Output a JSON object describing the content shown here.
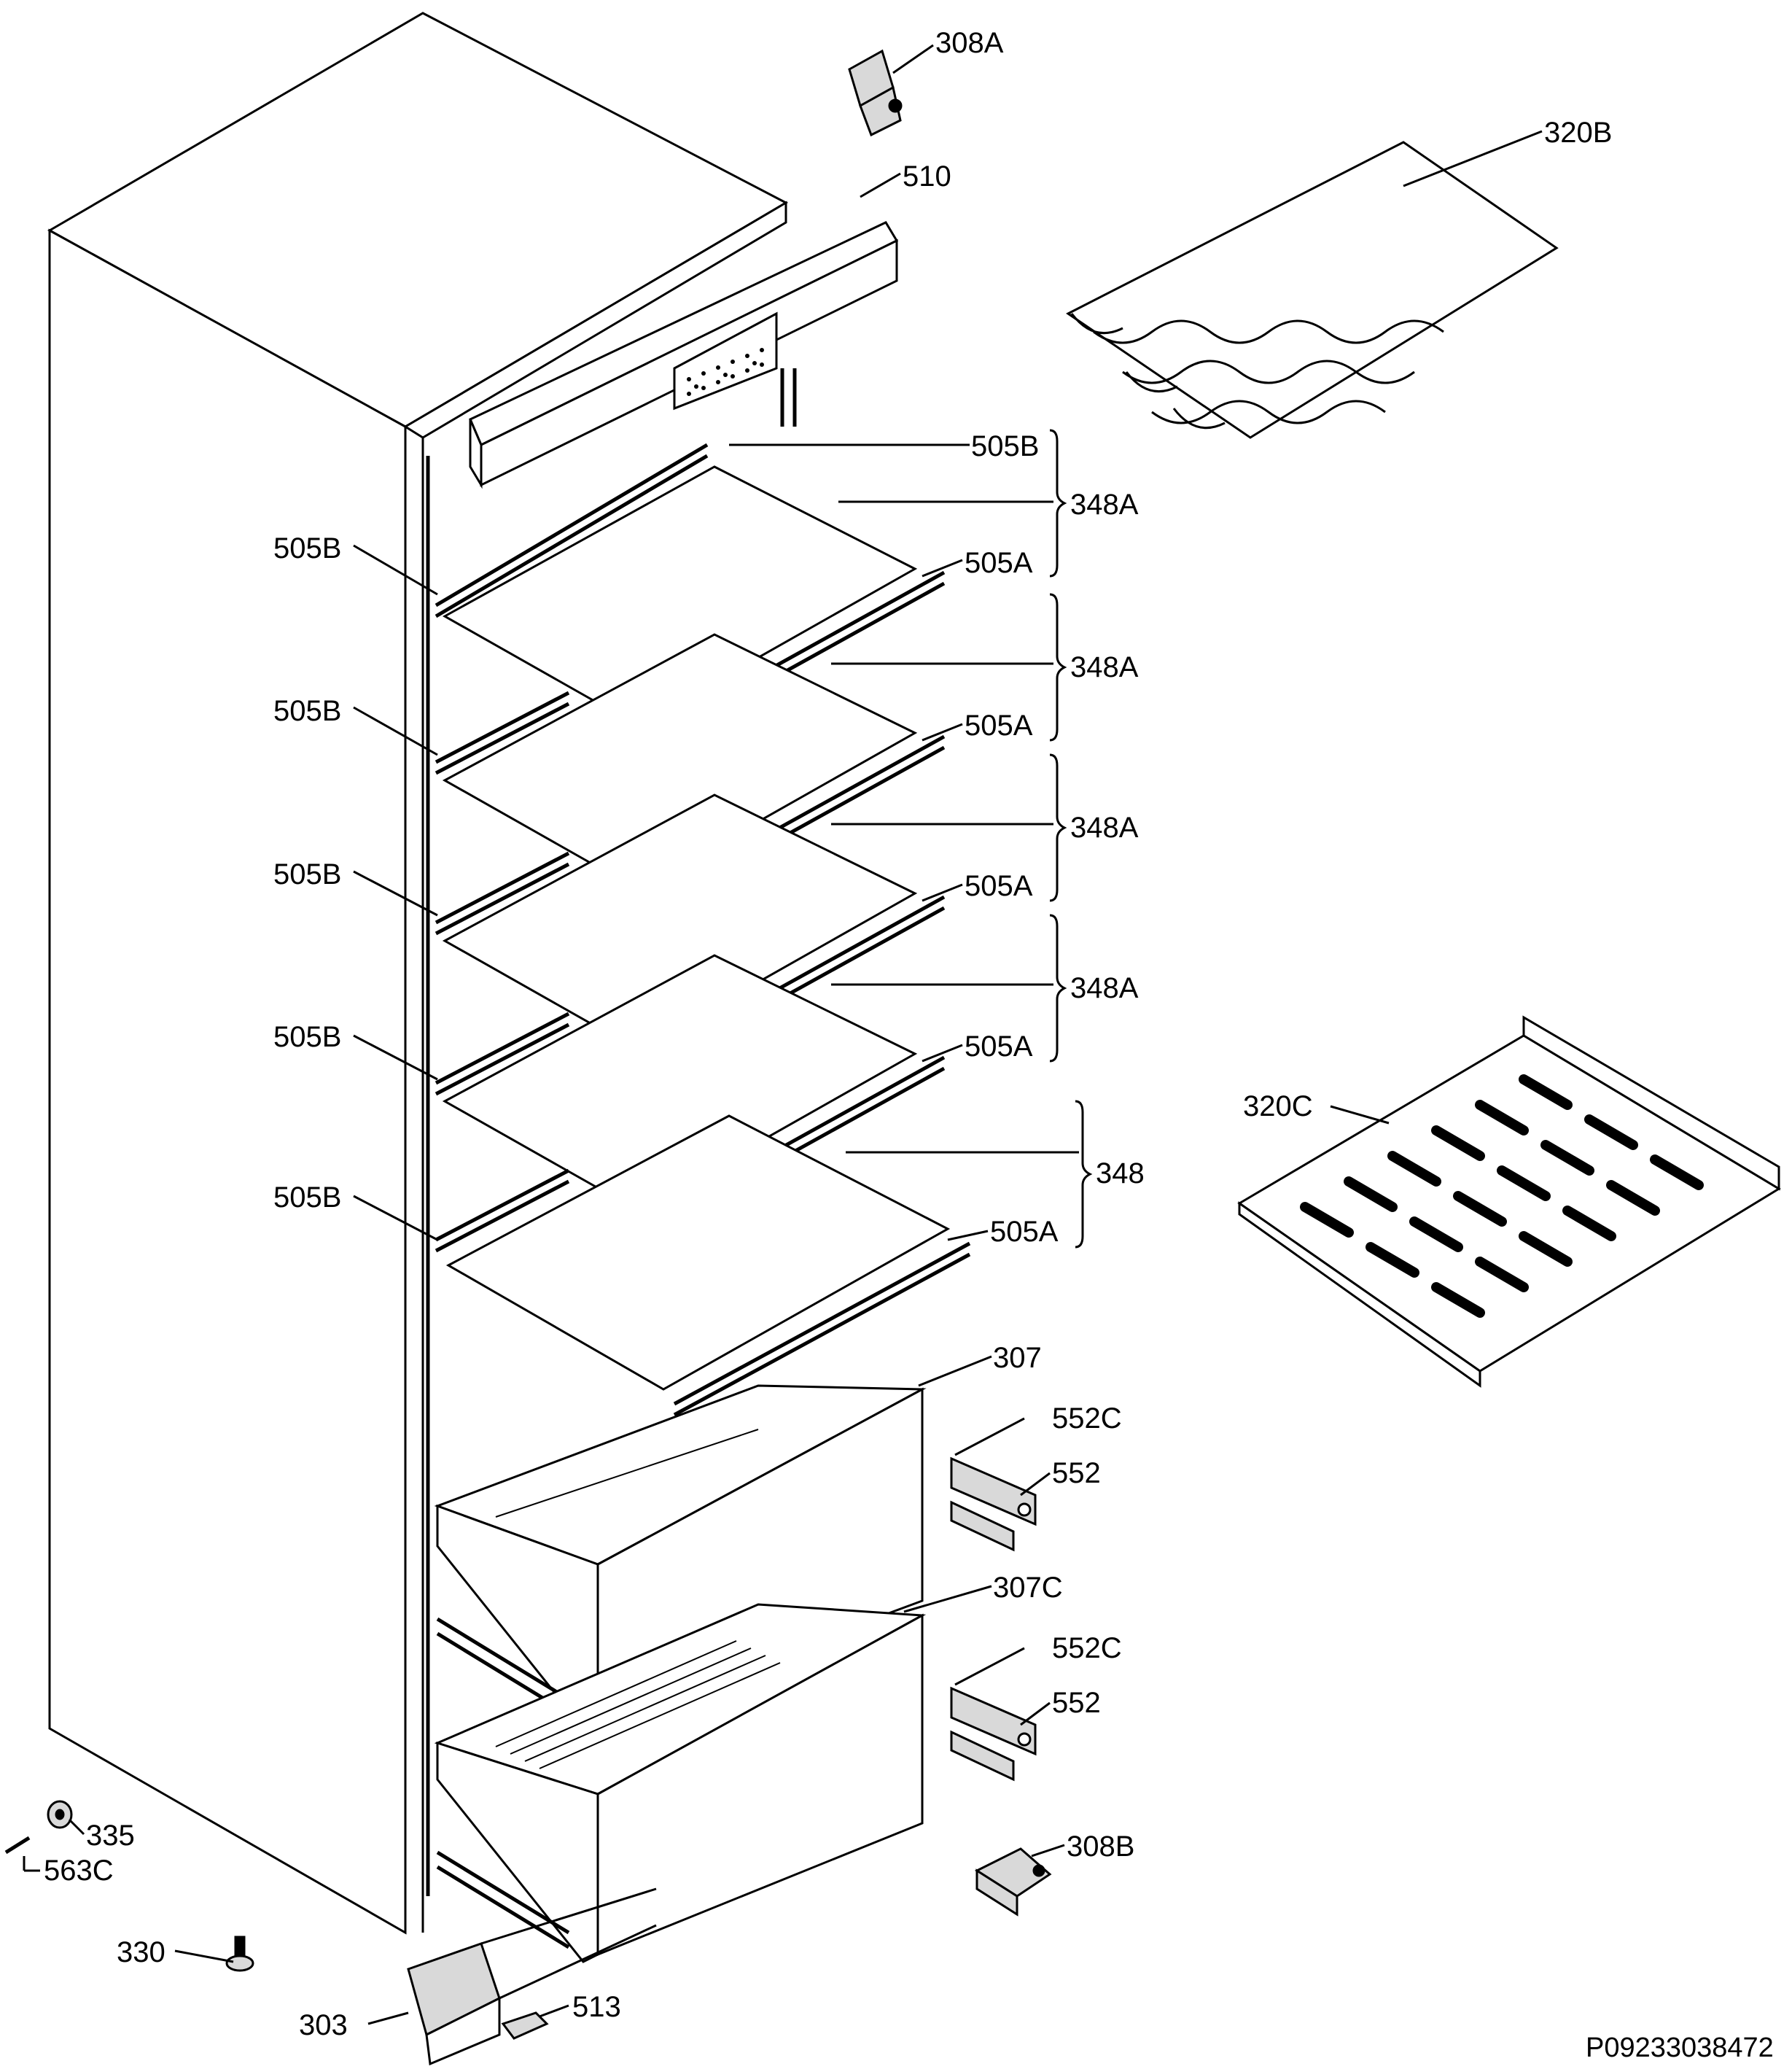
{
  "diagram": {
    "reference_code": "P09233038472",
    "callouts": {
      "c308A": "308A",
      "c510": "510",
      "c320B": "320B",
      "c505B_top": "505B",
      "c348A_1": "348A",
      "c505A_1": "505A",
      "c505B_1": "505B",
      "c348A_2": "348A",
      "c505A_2": "505A",
      "c505B_2": "505B",
      "c348A_3": "348A",
      "c505A_3": "505A",
      "c505B_3": "505B",
      "c348A_4": "348A",
      "c505A_4": "505A",
      "c505B_4": "505B",
      "c348": "348",
      "c505A_5": "505A",
      "c505B_5": "505B",
      "c320C": "320C",
      "c307": "307",
      "c552C_1": "552C",
      "c552_1": "552",
      "c307C": "307C",
      "c552C_2": "552C",
      "c552_2": "552",
      "c308B": "308B",
      "c335": "335",
      "c563C": "563C",
      "c330": "330",
      "c303": "303",
      "c513": "513"
    }
  }
}
